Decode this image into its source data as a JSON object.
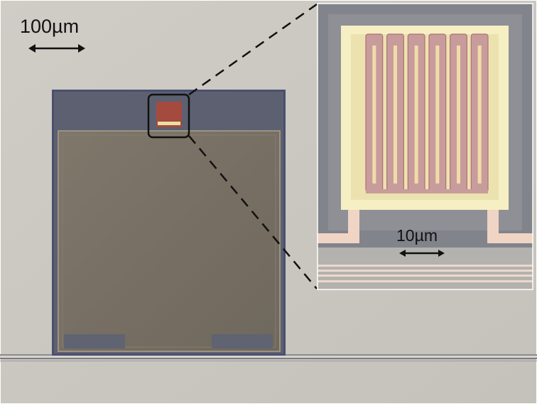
{
  "image": {
    "description_type": "optical micrograph",
    "main_scale_bar": {
      "label": "100µm"
    },
    "inset_scale_bar": {
      "label": "10µm"
    },
    "inset": {
      "finger_count": 6
    }
  },
  "colors": {
    "background": "#c9c7bf",
    "device_frame": "#5a5e74",
    "membrane": "#7a7366",
    "metal_pad": "#f6efc4",
    "heater_element": "#c89c9c",
    "callout_lines": "#111111"
  }
}
